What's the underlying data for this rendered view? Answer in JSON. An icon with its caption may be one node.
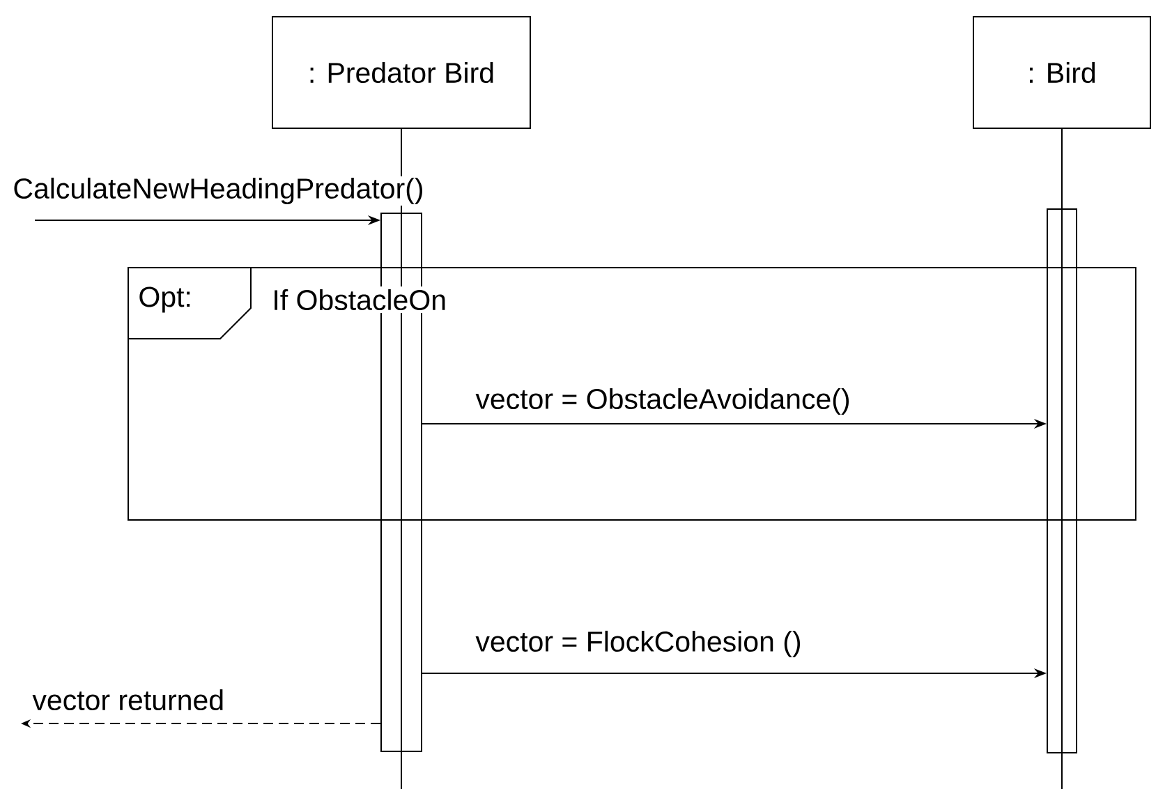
{
  "diagram": {
    "nodes": [
      {
        "text": [
          ": Predator Bird"
        ]
      },
      {
        "text": [
          ": Bird"
        ]
      },
      {
        "text": [],
        "shape": "bar"
      },
      {
        "text": [],
        "shape": "bar"
      },
      {
        "text": [
          "Opt:"
        ]
      }
    ],
    "labels": [
      "If ObstacleOn"
    ],
    "edges": [
      {
        "from": 0,
        "to": 2,
        "arrow": "none"
      },
      {
        "from": 1,
        "to": 3,
        "arrow": "none"
      },
      {
        "from": null,
        "to": 2,
        "arrow": "to",
        "label": "CalculateNewHeadingPredator()"
      },
      {
        "from": 2,
        "to": 3,
        "arrow": "to",
        "label": "vector = ObstacleAvoidance()"
      },
      {
        "from": 2,
        "to": 3,
        "arrow": "to",
        "label": "vector = FlockCohesion ()"
      },
      {
        "from": 2,
        "to": null,
        "arrow": "to",
        "label": "vector returned",
        "style": "dashed"
      }
    ]
  }
}
